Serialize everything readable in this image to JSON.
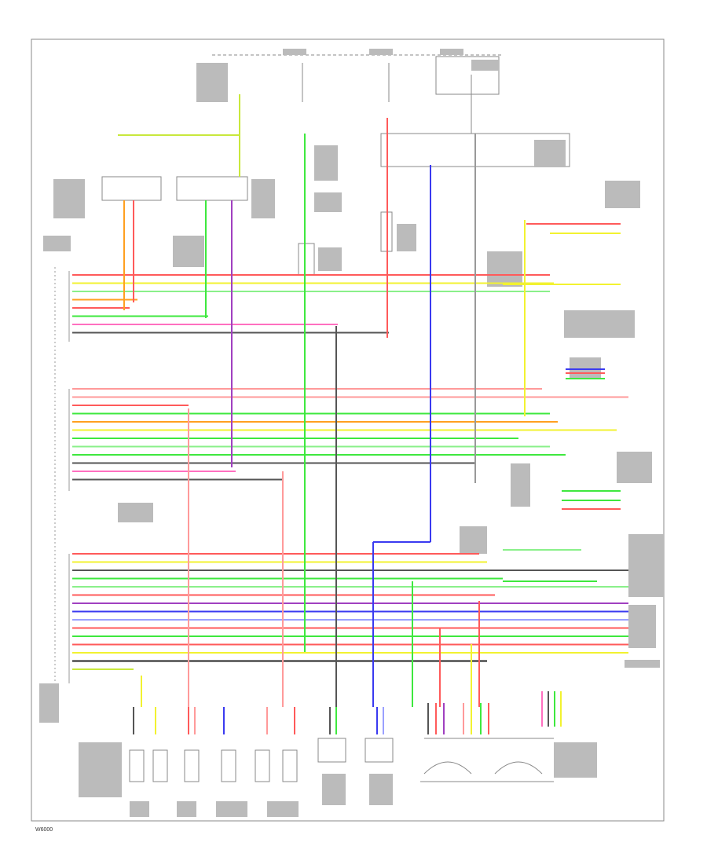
{
  "colors": {
    "red": "#ff5a5a",
    "light_red": "#ff9a9a",
    "yellow": "#f2f230",
    "green": "#3ee83e",
    "light_green": "#8af08a",
    "orange": "#ffa020",
    "purple": "#a040c0",
    "blue": "#3a3af0",
    "light_blue": "#9aa0ff",
    "gray": "#555555",
    "dark": "#222222",
    "pink": "#ff70c0",
    "yellow_green": "#c8e83c",
    "tan": "#c8a060"
  },
  "left_connector_rows": {
    "group1": [
      "red",
      "yellow",
      "light_green",
      "orange",
      "red",
      "green",
      "pink",
      "gray"
    ],
    "group2": [
      "light_red",
      "light_red",
      "red",
      "green",
      "orange",
      "yellow",
      "green",
      "light_green",
      "green",
      "gray",
      "pink",
      "gray"
    ],
    "group3": [
      "red",
      "yellow",
      "gray",
      "green",
      "light_green",
      "red",
      "purple",
      "blue",
      "light_blue",
      "red",
      "green",
      "red",
      "yellow",
      "dark",
      "yellow_green"
    ]
  },
  "footer": {
    "code": "W6000"
  }
}
